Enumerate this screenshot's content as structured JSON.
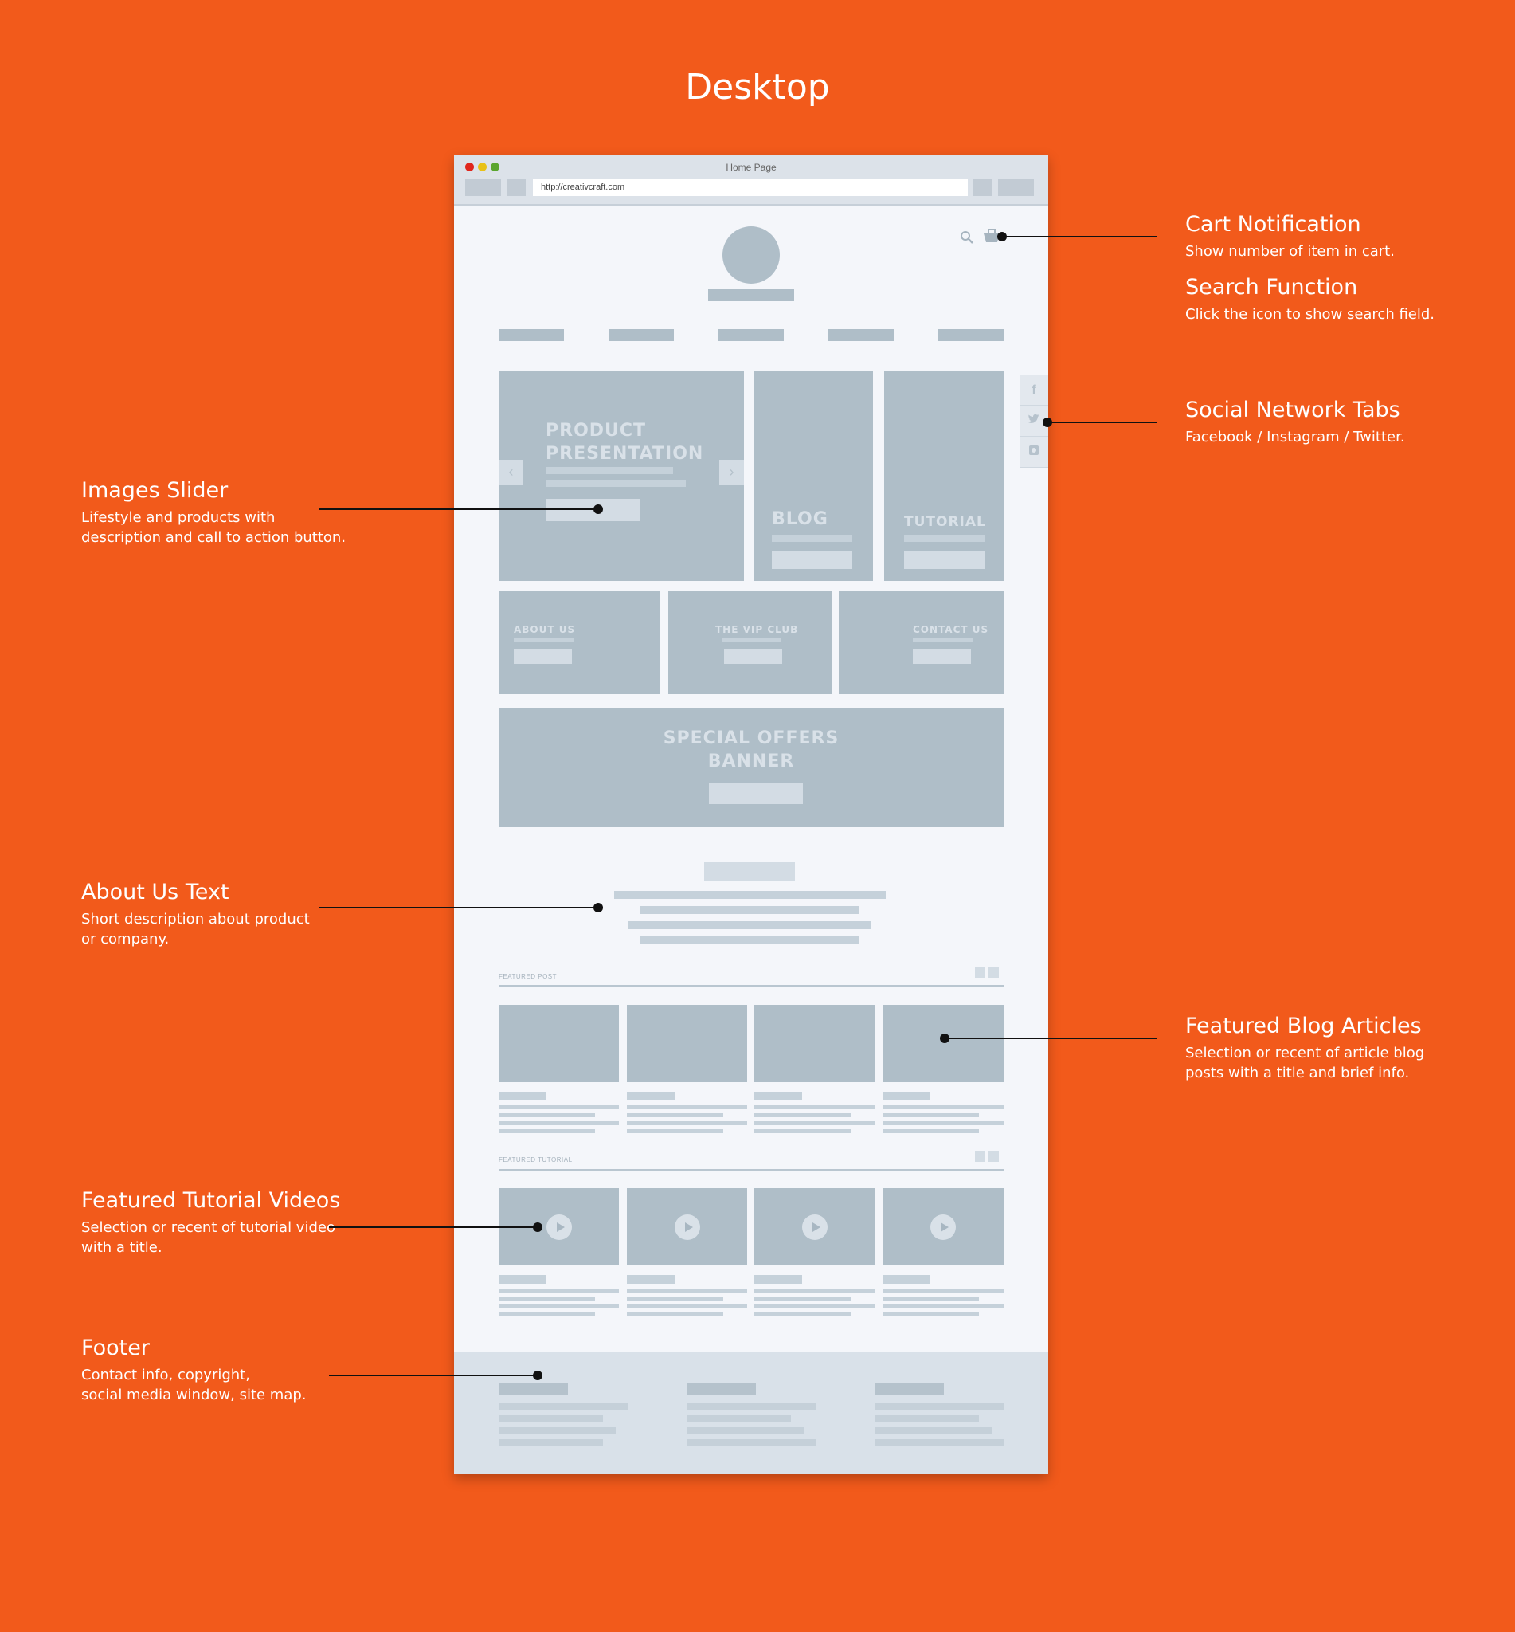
{
  "heading": "Desktop",
  "colors": {
    "background": "#F25A1B",
    "wire_block": "#AFBEC8",
    "wire_bar": "#C5D1DA",
    "page": "#F4F6FA"
  },
  "browser": {
    "title": "Home Page",
    "url": "http://creativcraft.com"
  },
  "wireframe": {
    "slider_label_line1": "PRODUCT",
    "slider_label_line2": "PRESENTATION",
    "blog_label": "BLOG",
    "tutorial_label": "TUTORIAL",
    "about_label": "ABOUT US",
    "vip_label": "THE VIP CLUB",
    "contact_label": "CONTACT US",
    "banner_line1": "SPECIAL OFFERS",
    "banner_line2": "BANNER",
    "featured_post_label": "FEATURED POST",
    "featured_tutorial_label": "FEATURED TUTORIAL",
    "icons": [
      "search-icon",
      "cart-icon",
      "facebook-icon",
      "twitter-icon",
      "instagram-icon",
      "play-icon",
      "chevron-left-icon",
      "chevron-right-icon"
    ]
  },
  "annotations": {
    "cart": {
      "title": "Cart Notification",
      "desc": [
        "Show number of item in cart."
      ]
    },
    "search": {
      "title": "Search Function",
      "desc": [
        "Click the icon to show search field."
      ]
    },
    "social": {
      "title": "Social Network Tabs",
      "desc": [
        "Facebook / Instagram / Twitter."
      ]
    },
    "slider": {
      "title": "Images Slider",
      "desc": [
        "Lifestyle and products with",
        "description and call to action button."
      ]
    },
    "about": {
      "title": "About Us Text",
      "desc": [
        "Short description about product",
        "or company."
      ]
    },
    "blog": {
      "title": "Featured Blog Articles",
      "desc": [
        "Selection or recent of article blog",
        "posts with a title and brief info."
      ]
    },
    "tutorial": {
      "title": "Featured Tutorial Videos",
      "desc": [
        "Selection or recent of tutorial video",
        "with a title."
      ]
    },
    "footer": {
      "title": "Footer",
      "desc": [
        "Contact info, copyright,",
        "social media window, site map."
      ]
    }
  }
}
